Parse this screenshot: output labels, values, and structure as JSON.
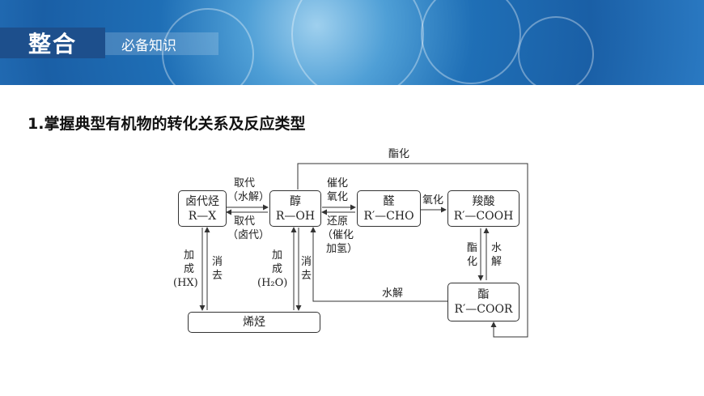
{
  "header": {
    "title": "整合",
    "subtitle": "必备知识"
  },
  "section": {
    "heading": "1.掌握典型有机物的转化关系及反应类型"
  },
  "diagram": {
    "nodes": {
      "halide": {
        "name": "卤代烃",
        "formula": "R—X"
      },
      "alcohol": {
        "name": "醇",
        "formula": "R—OH"
      },
      "aldehyde": {
        "name": "醛",
        "formula": "R′—CHO"
      },
      "acid": {
        "name": "羧酸",
        "formula": "R′—COOH"
      },
      "ester": {
        "name": "酯",
        "formula": "R′—COOR"
      },
      "alkene": {
        "name": "烯烃"
      }
    },
    "labels": {
      "esterify_top": "酯化",
      "halide_to_alcohol_1": "取代",
      "halide_to_alcohol_2": "（水解）",
      "alcohol_to_halide_1": "取代",
      "alcohol_to_halide_2": "（卤代）",
      "oxidation_1": "催化",
      "oxidation_2": "氧化",
      "reduction_1": "还原",
      "reduction_2": "（催化",
      "reduction_3": "加氢）",
      "aldehyde_to_acid": "氧化",
      "add_hx_1": "加",
      "add_hx_2": "成",
      "add_hx_3": "(HX)",
      "elim_1": "消",
      "elim_2": "去",
      "add_h2o_1": "加",
      "add_h2o_2": "成",
      "add_h2o_3": "(H₂O)",
      "elim2_1": "消",
      "elim2_2": "去",
      "acid_to_ester_1": "酯",
      "acid_to_ester_2": "化",
      "ester_to_acid_1": "水",
      "ester_to_acid_2": "解",
      "hydrolysis": "水解"
    }
  }
}
